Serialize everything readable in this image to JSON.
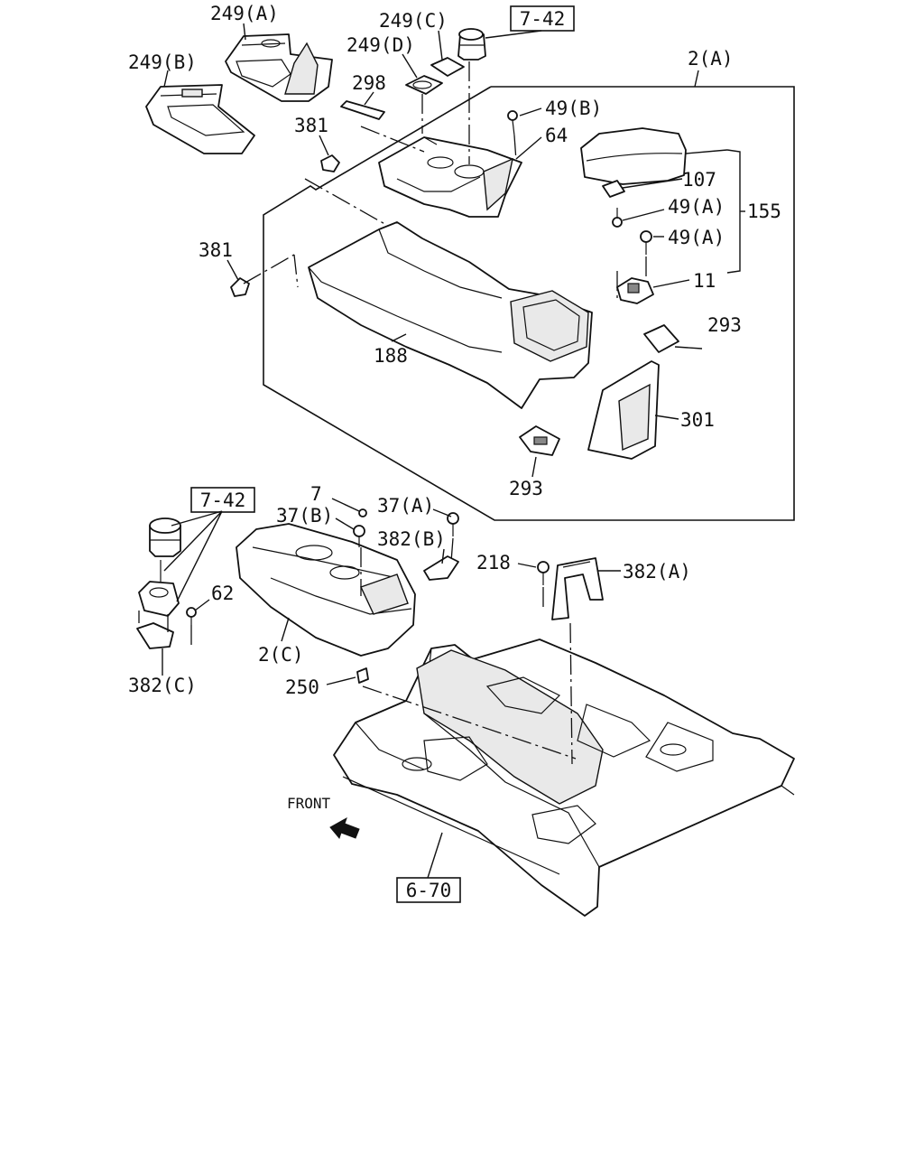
{
  "diagram": {
    "orientation_label": "FRONT",
    "references": {
      "shift_knob_top": "7-42",
      "shift_knob_left": "7-42",
      "floor_panel": "6-70"
    },
    "callouts": {
      "c249A": "249(A)",
      "c249B": "249(B)",
      "c249C": "249(C)",
      "c249D": "249(D)",
      "c298": "298",
      "c381a": "381",
      "c381b": "381",
      "c49B": "49(B)",
      "c64": "64",
      "c2A": "2(A)",
      "c107": "107",
      "c49A1": "49(A)",
      "c49A2": "49(A)",
      "c155": "155",
      "c11": "11",
      "c293a": "293",
      "c293b": "293",
      "c301": "301",
      "c188": "188",
      "c7": "7",
      "c37A": "37(A)",
      "c37B": "37(B)",
      "c382B": "382(B)",
      "c218": "218",
      "c382A": "382(A)",
      "c62": "62",
      "c2C": "2(C)",
      "c382C": "382(C)",
      "c250": "250"
    }
  }
}
